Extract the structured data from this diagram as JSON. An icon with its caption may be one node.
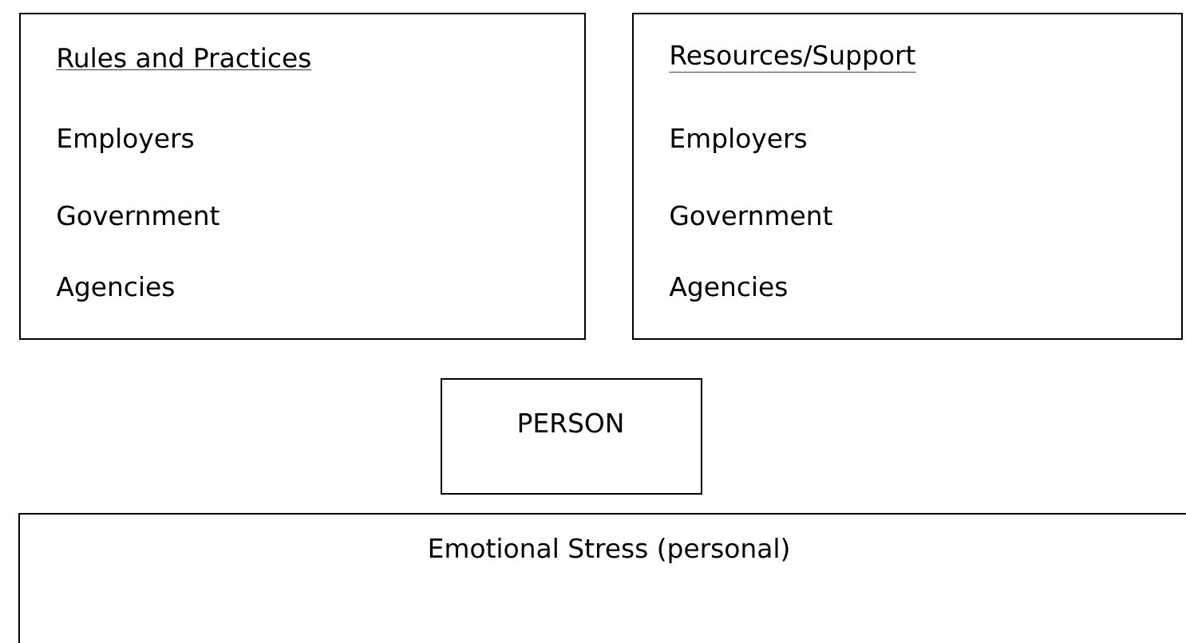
{
  "diagram": {
    "nodes": [
      {
        "text": [
          "Rules and Practices",
          "Employers",
          "Government",
          "Agencies"
        ]
      },
      {
        "text": [
          "Resources/Support",
          "Employers",
          "Government",
          "Agencies"
        ]
      },
      {
        "text": [
          "PERSON"
        ]
      },
      {
        "text": [
          "Emotional Stress (personal)"
        ]
      }
    ]
  }
}
